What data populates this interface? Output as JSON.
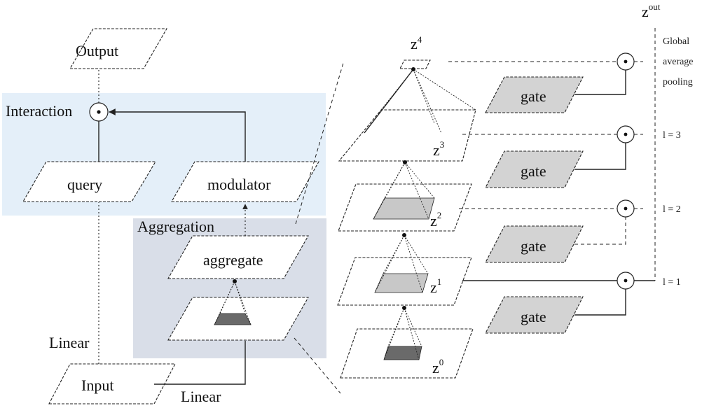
{
  "output_label": "Output",
  "input_label": "Input",
  "interaction_label": "Interaction",
  "aggregation_label": "Aggregation",
  "query_label": "query",
  "modulator_label": "modulator",
  "aggregate_label": "aggregate",
  "linear_label_left": "Linear",
  "linear_label_bottom": "Linear",
  "gate_label": "gate",
  "z_base": "z",
  "z_sup": [
    "0",
    "1",
    "2",
    "3",
    "4"
  ],
  "z_out_sup": "out",
  "l_labels": [
    "l = 1",
    "l = 2",
    "l = 3"
  ],
  "gap_label": [
    "Global",
    "average",
    "pooling"
  ],
  "colors": {
    "interaction_bg": "#e4eff9",
    "aggregation_bg": "#d9dee8",
    "gate_fill": "#d3d3d3",
    "pyramid_fill_light": "#c8c8c8",
    "pyramid_fill_dark": "#6a6a6a"
  }
}
